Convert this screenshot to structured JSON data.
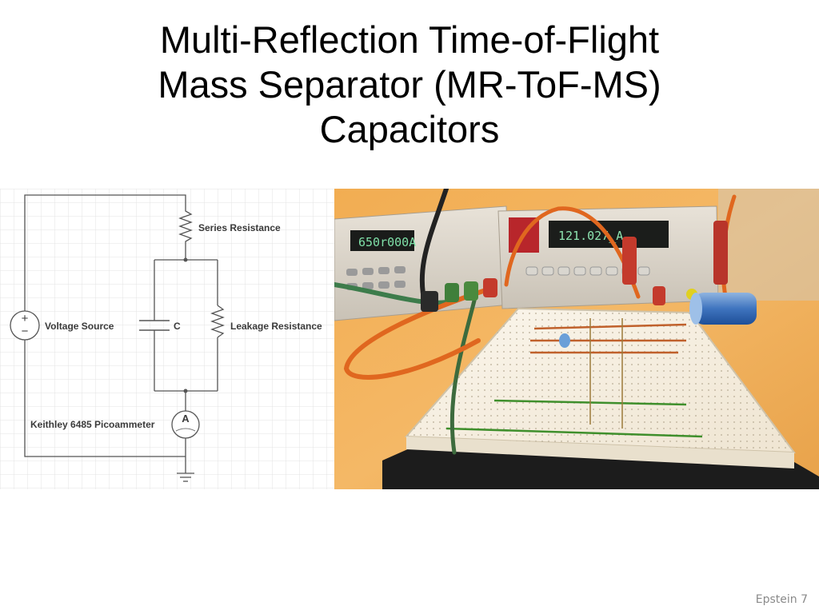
{
  "slide": {
    "title_lines": [
      "Multi-Reflection Time-of-Flight",
      "Mass Separator (MR-ToF-MS)",
      "Capacitors"
    ],
    "footer": "Epstein 7"
  },
  "circuit": {
    "series_resistance": "Series Resistance",
    "voltage_source": "Voltage Source",
    "capacitor": "C",
    "leakage_resistance": "Leakage Resistance",
    "picoammeter": "Keithley 6485 Picoammeter",
    "ammeter_symbol": "A",
    "plus_symbol": "+",
    "minus_symbol": "−"
  },
  "photo": {
    "display_left": "650r000A",
    "display_right": "121.027_A"
  }
}
